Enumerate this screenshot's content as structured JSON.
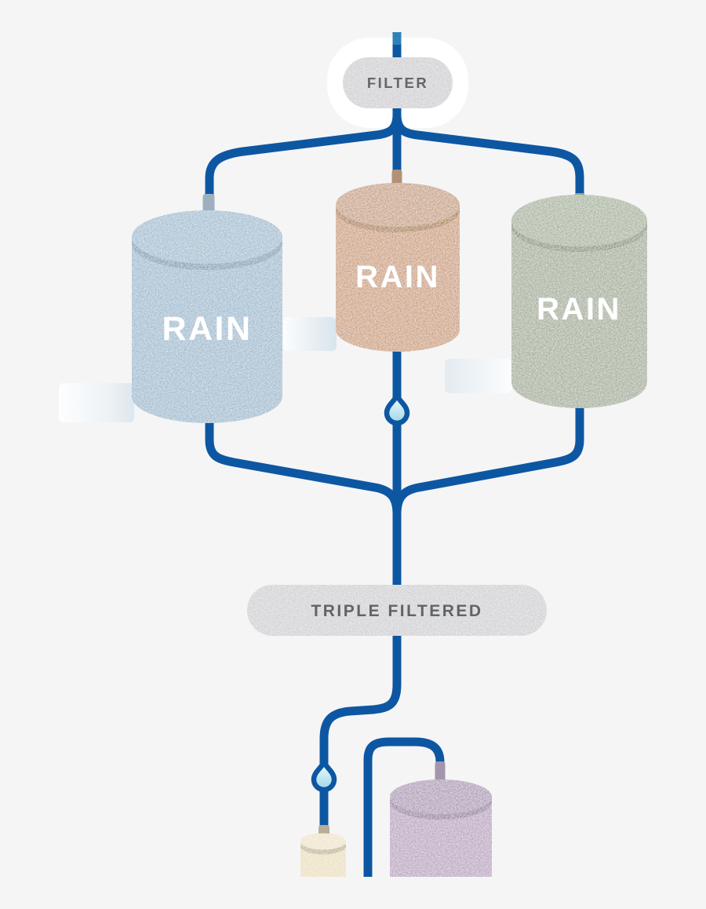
{
  "background_color": "#f5f5f6",
  "pipe_color": "#0d57a2",
  "pipe_highlight_color": "#2f82b8",
  "label_color": "#ffffff",
  "badges": {
    "filter": {
      "label": "FILTER",
      "bg_color": "#d2d2d6",
      "text_color": "#63666b",
      "halo_color": "#ffffff"
    },
    "triple_filtered": {
      "label": "TRIPLE FILTERED",
      "bg_color": "#d3d3d7",
      "text_color": "#606468"
    }
  },
  "tanks": {
    "rain_blue": {
      "label": "RAIN",
      "body_color": "#a6c0d3",
      "lid_color": "#a9c2d4",
      "rim_color": "#8aa5ba",
      "nozzle_color": "#9eb0c0"
    },
    "rain_tan": {
      "label": "RAIN",
      "body_color": "#d0a586",
      "lid_color": "#cba78c",
      "rim_color": "#b3885f",
      "nozzle_color": "#b29175"
    },
    "rain_green": {
      "label": "RAIN",
      "body_color": "#aab4a0",
      "lid_color": "#afb9a5",
      "rim_color": "#8f9c88",
      "nozzle_color": "#98a38f"
    },
    "purple": {
      "body_color": "#bfabc5",
      "lid_color": "#b3a2bc",
      "rim_color": "#9d8ba6",
      "nozzle_color": "#a495ad"
    },
    "cream": {
      "body_color": "#ede1c3",
      "lid_color": "#f0e6cd",
      "rim_color": "#c6bb9f",
      "nozzle_color": "#b8ad96"
    }
  },
  "droplet": {
    "fill_top": "#f4fbfd",
    "fill_mid": "#cdedf5",
    "fill_bottom": "#9ed5e6"
  }
}
